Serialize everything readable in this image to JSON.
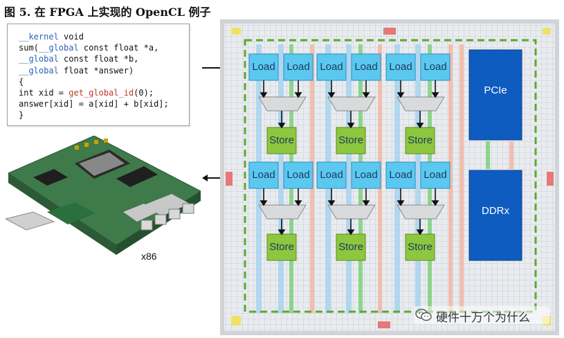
{
  "caption": "图 5. 在 FPGA 上实现的 OpenCL 例子",
  "code": {
    "line1_kw": "__kernel",
    "line1_rest": " void",
    "line2_pre": "sum(",
    "line2_kw": "__global",
    "line2_rest": " const float *a,",
    "line3_kw": "__global",
    "line3_rest": " const float *b,",
    "line4_kw": "__global",
    "line4_rest": " float *answer)",
    "line5": "{",
    "line6_pre": "int xid = ",
    "line6_fn": "get_global_id",
    "line6_rest": "(0);",
    "line7": "answer[xid] = a[xid] + b[xid];",
    "line8": "}"
  },
  "board_label": "x86",
  "blocks": {
    "load": "Load",
    "store": "Store",
    "pcie": "PCIe",
    "ddr": "DDRx"
  },
  "watermark": "硬件十万个为什么",
  "colors": {
    "load_fill": "#5bc8f0",
    "store_fill": "#8dc63f",
    "pcie_fill": "#0f5cc0",
    "dashed_border": "#5aa832"
  }
}
